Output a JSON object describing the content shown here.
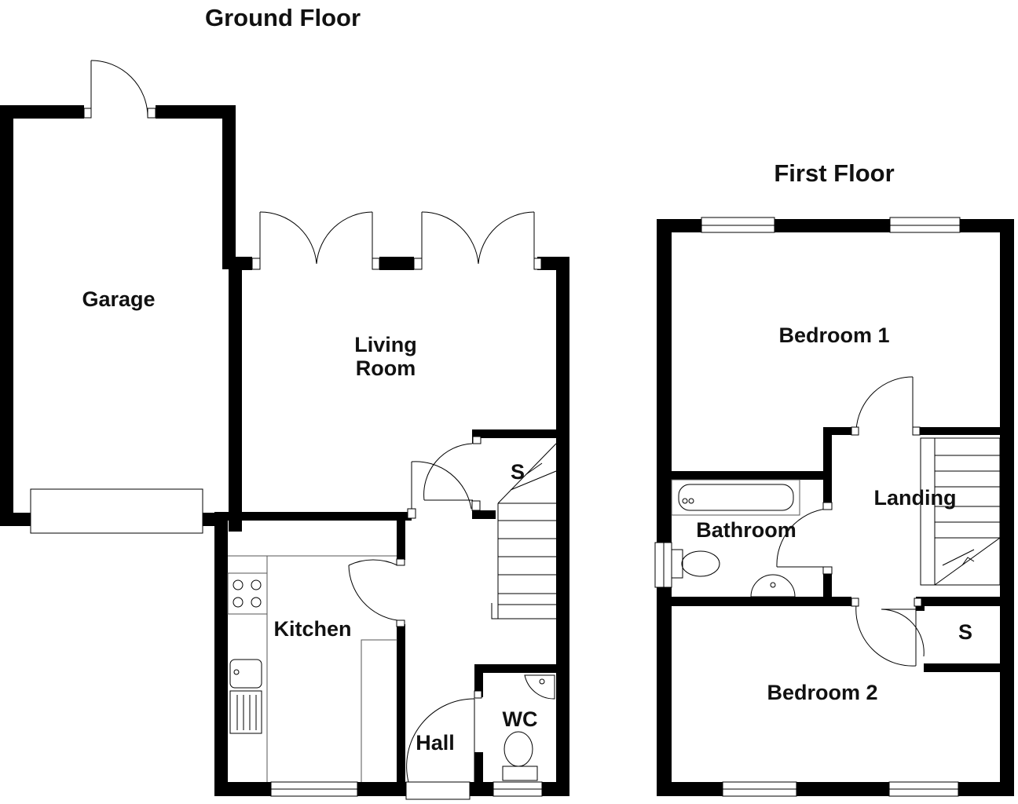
{
  "floors": {
    "ground": {
      "title": "Ground Floor"
    },
    "first": {
      "title": "First Floor"
    }
  },
  "rooms": {
    "garage": "Garage",
    "living_line1": "Living",
    "living_line2": "Room",
    "kitchen": "Kitchen",
    "hall": "Hall",
    "wc": "WC",
    "store_ground": "S",
    "bedroom1": "Bedroom 1",
    "landing": "Landing",
    "bathroom": "Bathroom",
    "bedroom2": "Bedroom 2",
    "store_first": "S"
  },
  "colors": {
    "wall": "#000000",
    "background": "#ffffff"
  }
}
